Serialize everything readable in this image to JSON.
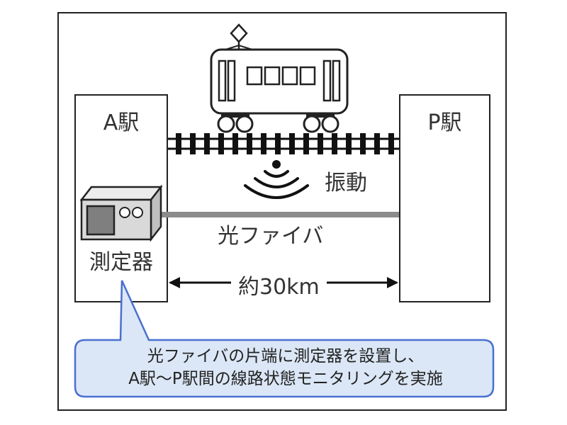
{
  "stations": {
    "a_label": "A駅",
    "p_label": "P駅"
  },
  "device": {
    "label": "測定器"
  },
  "vibration": {
    "label": "振動"
  },
  "fiber": {
    "label": "光ファイバ"
  },
  "distance": {
    "label": "約30km"
  },
  "callout": {
    "line1": "光ファイバの片端に測定器を設置し、",
    "line2": "A駅～P駅間の線路状態モニタリングを実施"
  },
  "colors": {
    "outline": "#222222",
    "fiber": "#8c8c8c",
    "device_body": "#d9d9d9",
    "device_screen": "#7f7f7f",
    "callout_fill": "#dbe7f6",
    "callout_border": "#4a6fd1",
    "sleeper": "#111111"
  }
}
